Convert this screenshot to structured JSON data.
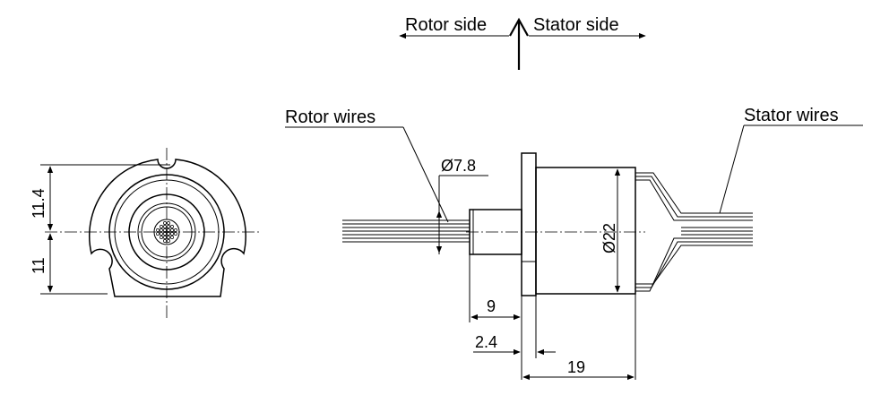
{
  "labels": {
    "rotor_side": "Rotor side",
    "stator_side": "Stator side",
    "rotor_wires": "Rotor wires",
    "stator_wires": "Stator wires"
  },
  "dimensions": {
    "d_upper": "11.4",
    "d_lower": "11",
    "d_shaft": "Ø7.8",
    "d_body": "Ø22",
    "d_shaft_length": "9",
    "d_flange": "2.4",
    "d_total": "19"
  }
}
